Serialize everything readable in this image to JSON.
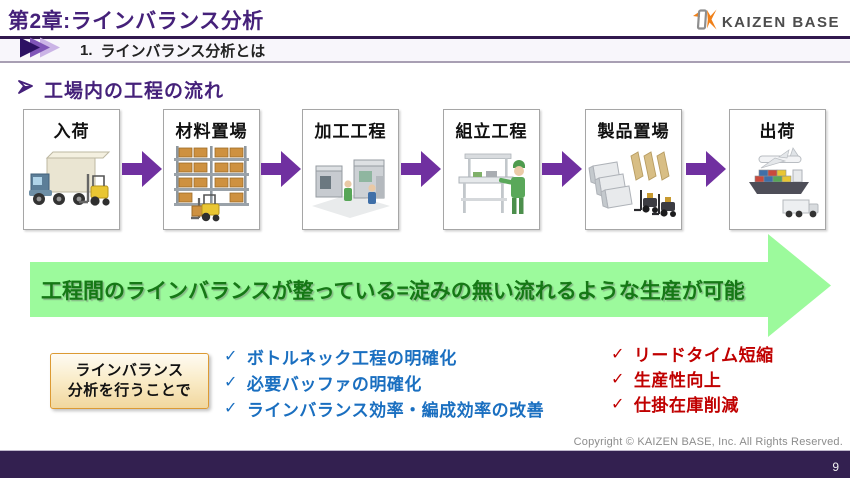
{
  "header": {
    "title": "第2章:ラインバランス分析",
    "logo_text": "KAIZEN BASE",
    "subnav": {
      "number": "1.",
      "label": "ラインバランス分析とは"
    }
  },
  "section": {
    "heading": "工場内の工程の流れ"
  },
  "flow": {
    "steps": [
      {
        "label": "入荷",
        "icon": "truck-arrival"
      },
      {
        "label": "材料置場",
        "icon": "material-storage-rack"
      },
      {
        "label": "加工工程",
        "icon": "machining-line"
      },
      {
        "label": "組立工程",
        "icon": "assembly-workbench"
      },
      {
        "label": "製品置場",
        "icon": "product-storage"
      },
      {
        "label": "出荷",
        "icon": "shipping-plane-ship-truck"
      }
    ]
  },
  "banner": {
    "text": "工程間のラインバランスが整っている=淀みの無い流れるような生産が可能"
  },
  "benefits": {
    "lead_box": {
      "line1": "ラインバランス",
      "line2": "分析を行うことで"
    },
    "check_glyph": "✓",
    "blue_items": [
      "ボトルネック工程の明確化",
      "必要バッファの明確化",
      "ラインバランス効率・編成効率の改善"
    ],
    "red_items": [
      "リードタイム短縮",
      "生産性向上",
      "仕掛在庫削減"
    ]
  },
  "footer": {
    "copyright": "Copyright ©  KAIZEN BASE, Inc.  All Rights Reserved.",
    "page_number": "9"
  },
  "colors": {
    "title_purple": "#45217A",
    "rule_purple": "#31194E",
    "flow_arrow_purple": "#7030A0",
    "banner_green_fill": "#9CFA9C",
    "banner_green_text": "#157815",
    "blue_text": "#1A6FC0",
    "red_text": "#C00000",
    "lead_box_border": "#DC9A33",
    "footer_purple": "#332050",
    "logo_orange": "#F08019"
  }
}
